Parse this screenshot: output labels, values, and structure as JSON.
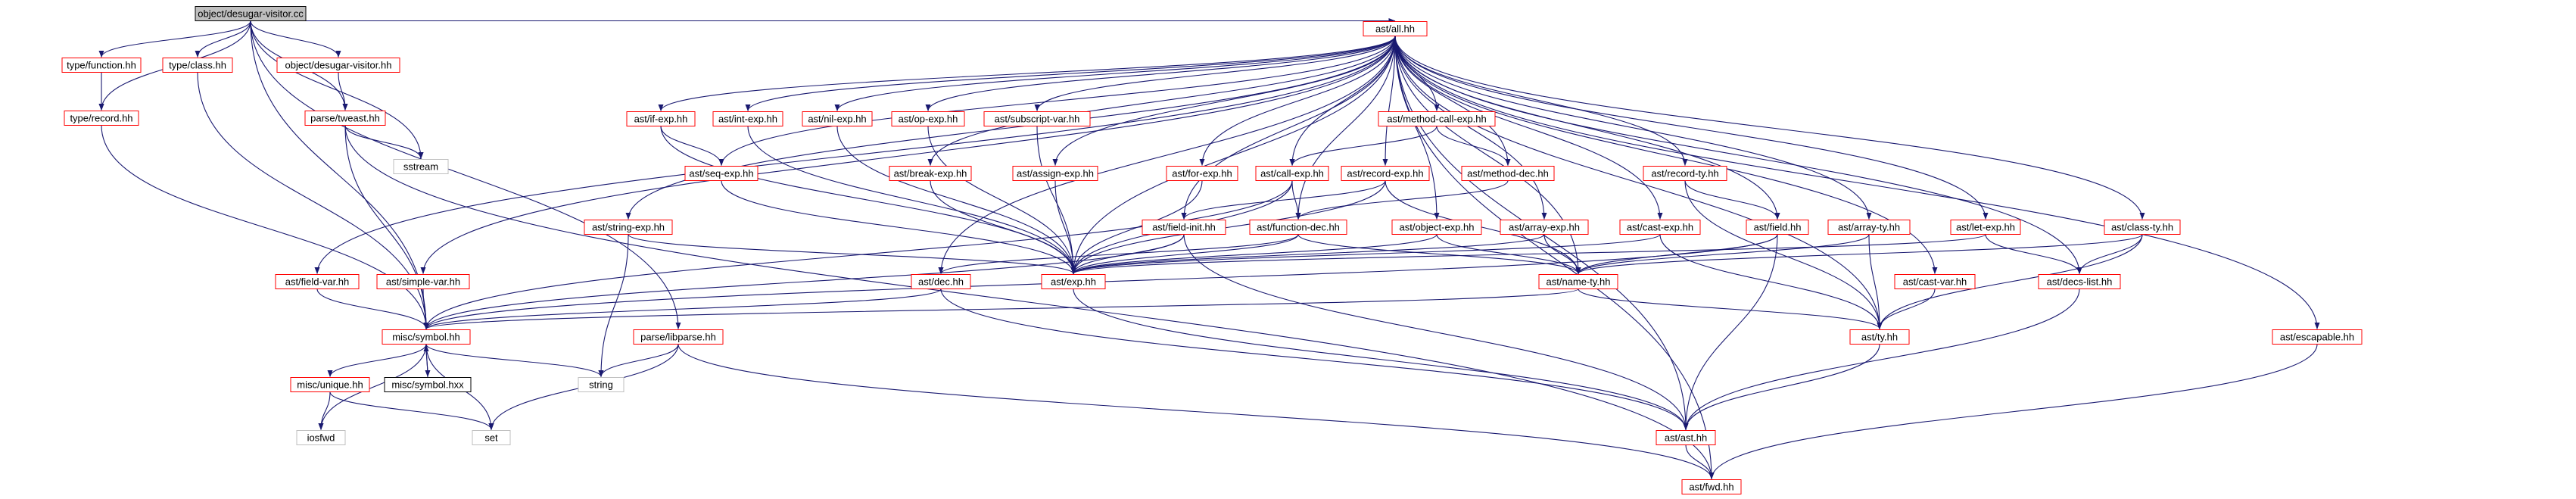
{
  "diagram": {
    "root": "root",
    "nodes": [
      {
        "id": "root",
        "label": "object/desugar-visitor.cc",
        "kind": "root"
      },
      {
        "id": "type_function",
        "label": "type/function.hh",
        "kind": "header"
      },
      {
        "id": "type_class",
        "label": "type/class.hh",
        "kind": "header"
      },
      {
        "id": "object_desugar",
        "label": "object/desugar-visitor.hh",
        "kind": "header"
      },
      {
        "id": "type_record",
        "label": "type/record.hh",
        "kind": "header"
      },
      {
        "id": "parse_tweast",
        "label": "parse/tweast.hh",
        "kind": "header"
      },
      {
        "id": "sstream",
        "label": "sstream",
        "kind": "system"
      },
      {
        "id": "ast_all",
        "label": "ast/all.hh",
        "kind": "header"
      },
      {
        "id": "ast_if_exp",
        "label": "ast/if-exp.hh",
        "kind": "header"
      },
      {
        "id": "ast_int_exp",
        "label": "ast/int-exp.hh",
        "kind": "header"
      },
      {
        "id": "ast_nil_exp",
        "label": "ast/nil-exp.hh",
        "kind": "header"
      },
      {
        "id": "ast_op_exp",
        "label": "ast/op-exp.hh",
        "kind": "header"
      },
      {
        "id": "ast_subscript_var",
        "label": "ast/subscript-var.hh",
        "kind": "header"
      },
      {
        "id": "ast_method_call_exp",
        "label": "ast/method-call-exp.hh",
        "kind": "header"
      },
      {
        "id": "ast_seq_exp",
        "label": "ast/seq-exp.hh",
        "kind": "header"
      },
      {
        "id": "ast_break_exp",
        "label": "ast/break-exp.hh",
        "kind": "header"
      },
      {
        "id": "ast_assign_exp",
        "label": "ast/assign-exp.hh",
        "kind": "header"
      },
      {
        "id": "ast_for_exp",
        "label": "ast/for-exp.hh",
        "kind": "header"
      },
      {
        "id": "ast_call_exp",
        "label": "ast/call-exp.hh",
        "kind": "header"
      },
      {
        "id": "ast_record_exp",
        "label": "ast/record-exp.hh",
        "kind": "header"
      },
      {
        "id": "ast_method_dec",
        "label": "ast/method-dec.hh",
        "kind": "header"
      },
      {
        "id": "ast_record_ty",
        "label": "ast/record-ty.hh",
        "kind": "header"
      },
      {
        "id": "ast_string_exp",
        "label": "ast/string-exp.hh",
        "kind": "header"
      },
      {
        "id": "ast_field_init",
        "label": "ast/field-init.hh",
        "kind": "header"
      },
      {
        "id": "ast_function_dec",
        "label": "ast/function-dec.hh",
        "kind": "header"
      },
      {
        "id": "ast_object_exp",
        "label": "ast/object-exp.hh",
        "kind": "header"
      },
      {
        "id": "ast_array_exp",
        "label": "ast/array-exp.hh",
        "kind": "header"
      },
      {
        "id": "ast_cast_exp",
        "label": "ast/cast-exp.hh",
        "kind": "header"
      },
      {
        "id": "ast_field",
        "label": "ast/field.hh",
        "kind": "header"
      },
      {
        "id": "ast_array_ty",
        "label": "ast/array-ty.hh",
        "kind": "header"
      },
      {
        "id": "ast_let_exp",
        "label": "ast/let-exp.hh",
        "kind": "header"
      },
      {
        "id": "ast_class_ty",
        "label": "ast/class-ty.hh",
        "kind": "header"
      },
      {
        "id": "ast_field_var",
        "label": "ast/field-var.hh",
        "kind": "header"
      },
      {
        "id": "ast_simple_var",
        "label": "ast/simple-var.hh",
        "kind": "header"
      },
      {
        "id": "ast_exp",
        "label": "ast/exp.hh",
        "kind": "header"
      },
      {
        "id": "ast_dec",
        "label": "ast/dec.hh",
        "kind": "header"
      },
      {
        "id": "ast_name_ty",
        "label": "ast/name-ty.hh",
        "kind": "header"
      },
      {
        "id": "ast_cast_var",
        "label": "ast/cast-var.hh",
        "kind": "header"
      },
      {
        "id": "ast_decs_list",
        "label": "ast/decs-list.hh",
        "kind": "header"
      },
      {
        "id": "misc_symbol",
        "label": "misc/symbol.hh",
        "kind": "header"
      },
      {
        "id": "parse_libparse",
        "label": "parse/libparse.hh",
        "kind": "header"
      },
      {
        "id": "ast_ty",
        "label": "ast/ty.hh",
        "kind": "header"
      },
      {
        "id": "ast_escapable",
        "label": "ast/escapable.hh",
        "kind": "header"
      },
      {
        "id": "misc_unique",
        "label": "misc/unique.hh",
        "kind": "header"
      },
      {
        "id": "misc_symbol_hxx",
        "label": "misc/symbol.hxx",
        "kind": "plain"
      },
      {
        "id": "string",
        "label": "string",
        "kind": "system"
      },
      {
        "id": "ast_ast",
        "label": "ast/ast.hh",
        "kind": "header"
      },
      {
        "id": "iosfwd",
        "label": "iosfwd",
        "kind": "system"
      },
      {
        "id": "set",
        "label": "set",
        "kind": "system"
      },
      {
        "id": "ast_fwd",
        "label": "ast/fwd.hh",
        "kind": "header"
      }
    ],
    "edges": [
      [
        "root",
        "type_function"
      ],
      [
        "root",
        "type_class"
      ],
      [
        "root",
        "object_desugar"
      ],
      [
        "root",
        "type_record"
      ],
      [
        "root",
        "parse_tweast"
      ],
      [
        "root",
        "sstream"
      ],
      [
        "root",
        "ast_all"
      ],
      [
        "root",
        "misc_symbol"
      ],
      [
        "root",
        "parse_libparse"
      ],
      [
        "type_function",
        "type_record"
      ],
      [
        "type_class",
        "misc_symbol"
      ],
      [
        "object_desugar",
        "parse_tweast"
      ],
      [
        "type_record",
        "misc_symbol"
      ],
      [
        "parse_tweast",
        "sstream"
      ],
      [
        "parse_tweast",
        "misc_symbol"
      ],
      [
        "parse_tweast",
        "ast_fwd"
      ],
      [
        "ast_all",
        "ast_if_exp"
      ],
      [
        "ast_all",
        "ast_int_exp"
      ],
      [
        "ast_all",
        "ast_nil_exp"
      ],
      [
        "ast_all",
        "ast_op_exp"
      ],
      [
        "ast_all",
        "ast_subscript_var"
      ],
      [
        "ast_all",
        "ast_method_call_exp"
      ],
      [
        "ast_all",
        "ast_seq_exp"
      ],
      [
        "ast_all",
        "ast_break_exp"
      ],
      [
        "ast_all",
        "ast_assign_exp"
      ],
      [
        "ast_all",
        "ast_for_exp"
      ],
      [
        "ast_all",
        "ast_call_exp"
      ],
      [
        "ast_all",
        "ast_record_exp"
      ],
      [
        "ast_all",
        "ast_method_dec"
      ],
      [
        "ast_all",
        "ast_record_ty"
      ],
      [
        "ast_all",
        "ast_string_exp"
      ],
      [
        "ast_all",
        "ast_field_init"
      ],
      [
        "ast_all",
        "ast_function_dec"
      ],
      [
        "ast_all",
        "ast_object_exp"
      ],
      [
        "ast_all",
        "ast_array_exp"
      ],
      [
        "ast_all",
        "ast_cast_exp"
      ],
      [
        "ast_all",
        "ast_field"
      ],
      [
        "ast_all",
        "ast_array_ty"
      ],
      [
        "ast_all",
        "ast_let_exp"
      ],
      [
        "ast_all",
        "ast_class_ty"
      ],
      [
        "ast_all",
        "ast_field_var"
      ],
      [
        "ast_all",
        "ast_simple_var"
      ],
      [
        "ast_all",
        "ast_exp"
      ],
      [
        "ast_all",
        "ast_dec"
      ],
      [
        "ast_all",
        "ast_name_ty"
      ],
      [
        "ast_all",
        "ast_cast_var"
      ],
      [
        "ast_all",
        "ast_decs_list"
      ],
      [
        "ast_all",
        "ast_ty"
      ],
      [
        "ast_all",
        "ast_escapable"
      ],
      [
        "ast_all",
        "ast_ast"
      ],
      [
        "ast_all",
        "ast_fwd"
      ],
      [
        "ast_if_exp",
        "ast_seq_exp"
      ],
      [
        "ast_if_exp",
        "ast_exp"
      ],
      [
        "ast_int_exp",
        "ast_exp"
      ],
      [
        "ast_nil_exp",
        "ast_exp"
      ],
      [
        "ast_op_exp",
        "ast_exp"
      ],
      [
        "ast_subscript_var",
        "ast_exp"
      ],
      [
        "ast_method_call_exp",
        "ast_call_exp"
      ],
      [
        "ast_method_call_exp",
        "ast_method_dec"
      ],
      [
        "ast_seq_exp",
        "ast_exp"
      ],
      [
        "ast_break_exp",
        "ast_exp"
      ],
      [
        "ast_assign_exp",
        "ast_exp"
      ],
      [
        "ast_for_exp",
        "ast_exp"
      ],
      [
        "ast_call_exp",
        "ast_exp"
      ],
      [
        "ast_call_exp",
        "ast_function_dec"
      ],
      [
        "ast_call_exp",
        "misc_symbol"
      ],
      [
        "ast_record_exp",
        "ast_field_init"
      ],
      [
        "ast_record_exp",
        "ast_exp"
      ],
      [
        "ast_record_exp",
        "ast_name_ty"
      ],
      [
        "ast_method_dec",
        "ast_function_dec"
      ],
      [
        "ast_record_ty",
        "ast_field"
      ],
      [
        "ast_record_ty",
        "ast_ty"
      ],
      [
        "ast_string_exp",
        "ast_exp"
      ],
      [
        "ast_string_exp",
        "string"
      ],
      [
        "ast_field_init",
        "ast_exp"
      ],
      [
        "ast_field_init",
        "misc_symbol"
      ],
      [
        "ast_field_init",
        "ast_ast"
      ],
      [
        "ast_function_dec",
        "ast_exp"
      ],
      [
        "ast_function_dec",
        "ast_dec"
      ],
      [
        "ast_function_dec",
        "ast_name_ty"
      ],
      [
        "ast_object_exp",
        "ast_exp"
      ],
      [
        "ast_object_exp",
        "ast_name_ty"
      ],
      [
        "ast_array_exp",
        "ast_exp"
      ],
      [
        "ast_array_exp",
        "ast_name_ty"
      ],
      [
        "ast_cast_exp",
        "ast_exp"
      ],
      [
        "ast_cast_exp",
        "ast_ty"
      ],
      [
        "ast_field",
        "ast_name_ty"
      ],
      [
        "ast_field",
        "misc_symbol"
      ],
      [
        "ast_field",
        "ast_ast"
      ],
      [
        "ast_array_ty",
        "ast_name_ty"
      ],
      [
        "ast_array_ty",
        "ast_ty"
      ],
      [
        "ast_let_exp",
        "ast_exp"
      ],
      [
        "ast_let_exp",
        "ast_decs_list"
      ],
      [
        "ast_class_ty",
        "ast_name_ty"
      ],
      [
        "ast_class_ty",
        "ast_decs_list"
      ],
      [
        "ast_class_ty",
        "ast_ty"
      ],
      [
        "ast_field_var",
        "misc_symbol"
      ],
      [
        "ast_simple_var",
        "misc_symbol"
      ],
      [
        "ast_exp",
        "ast_ast"
      ],
      [
        "ast_dec",
        "misc_symbol"
      ],
      [
        "ast_dec",
        "ast_ast"
      ],
      [
        "ast_name_ty",
        "misc_symbol"
      ],
      [
        "ast_name_ty",
        "ast_ty"
      ],
      [
        "ast_cast_var",
        "ast_ty"
      ],
      [
        "ast_decs_list",
        "ast_ast"
      ],
      [
        "ast_ty",
        "ast_ast"
      ],
      [
        "ast_ast",
        "ast_fwd"
      ],
      [
        "ast_escapable",
        "ast_fwd"
      ],
      [
        "misc_symbol",
        "misc_unique"
      ],
      [
        "misc_symbol",
        "misc_symbol_hxx"
      ],
      [
        "misc_symbol",
        "string"
      ],
      [
        "misc_symbol",
        "iosfwd"
      ],
      [
        "misc_symbol",
        "set"
      ],
      [
        "misc_symbol_hxx",
        "misc_symbol"
      ],
      [
        "misc_unique",
        "iosfwd"
      ],
      [
        "misc_unique",
        "set"
      ],
      [
        "parse_libparse",
        "string"
      ],
      [
        "parse_libparse",
        "set"
      ],
      [
        "parse_libparse",
        "ast_fwd"
      ]
    ]
  }
}
